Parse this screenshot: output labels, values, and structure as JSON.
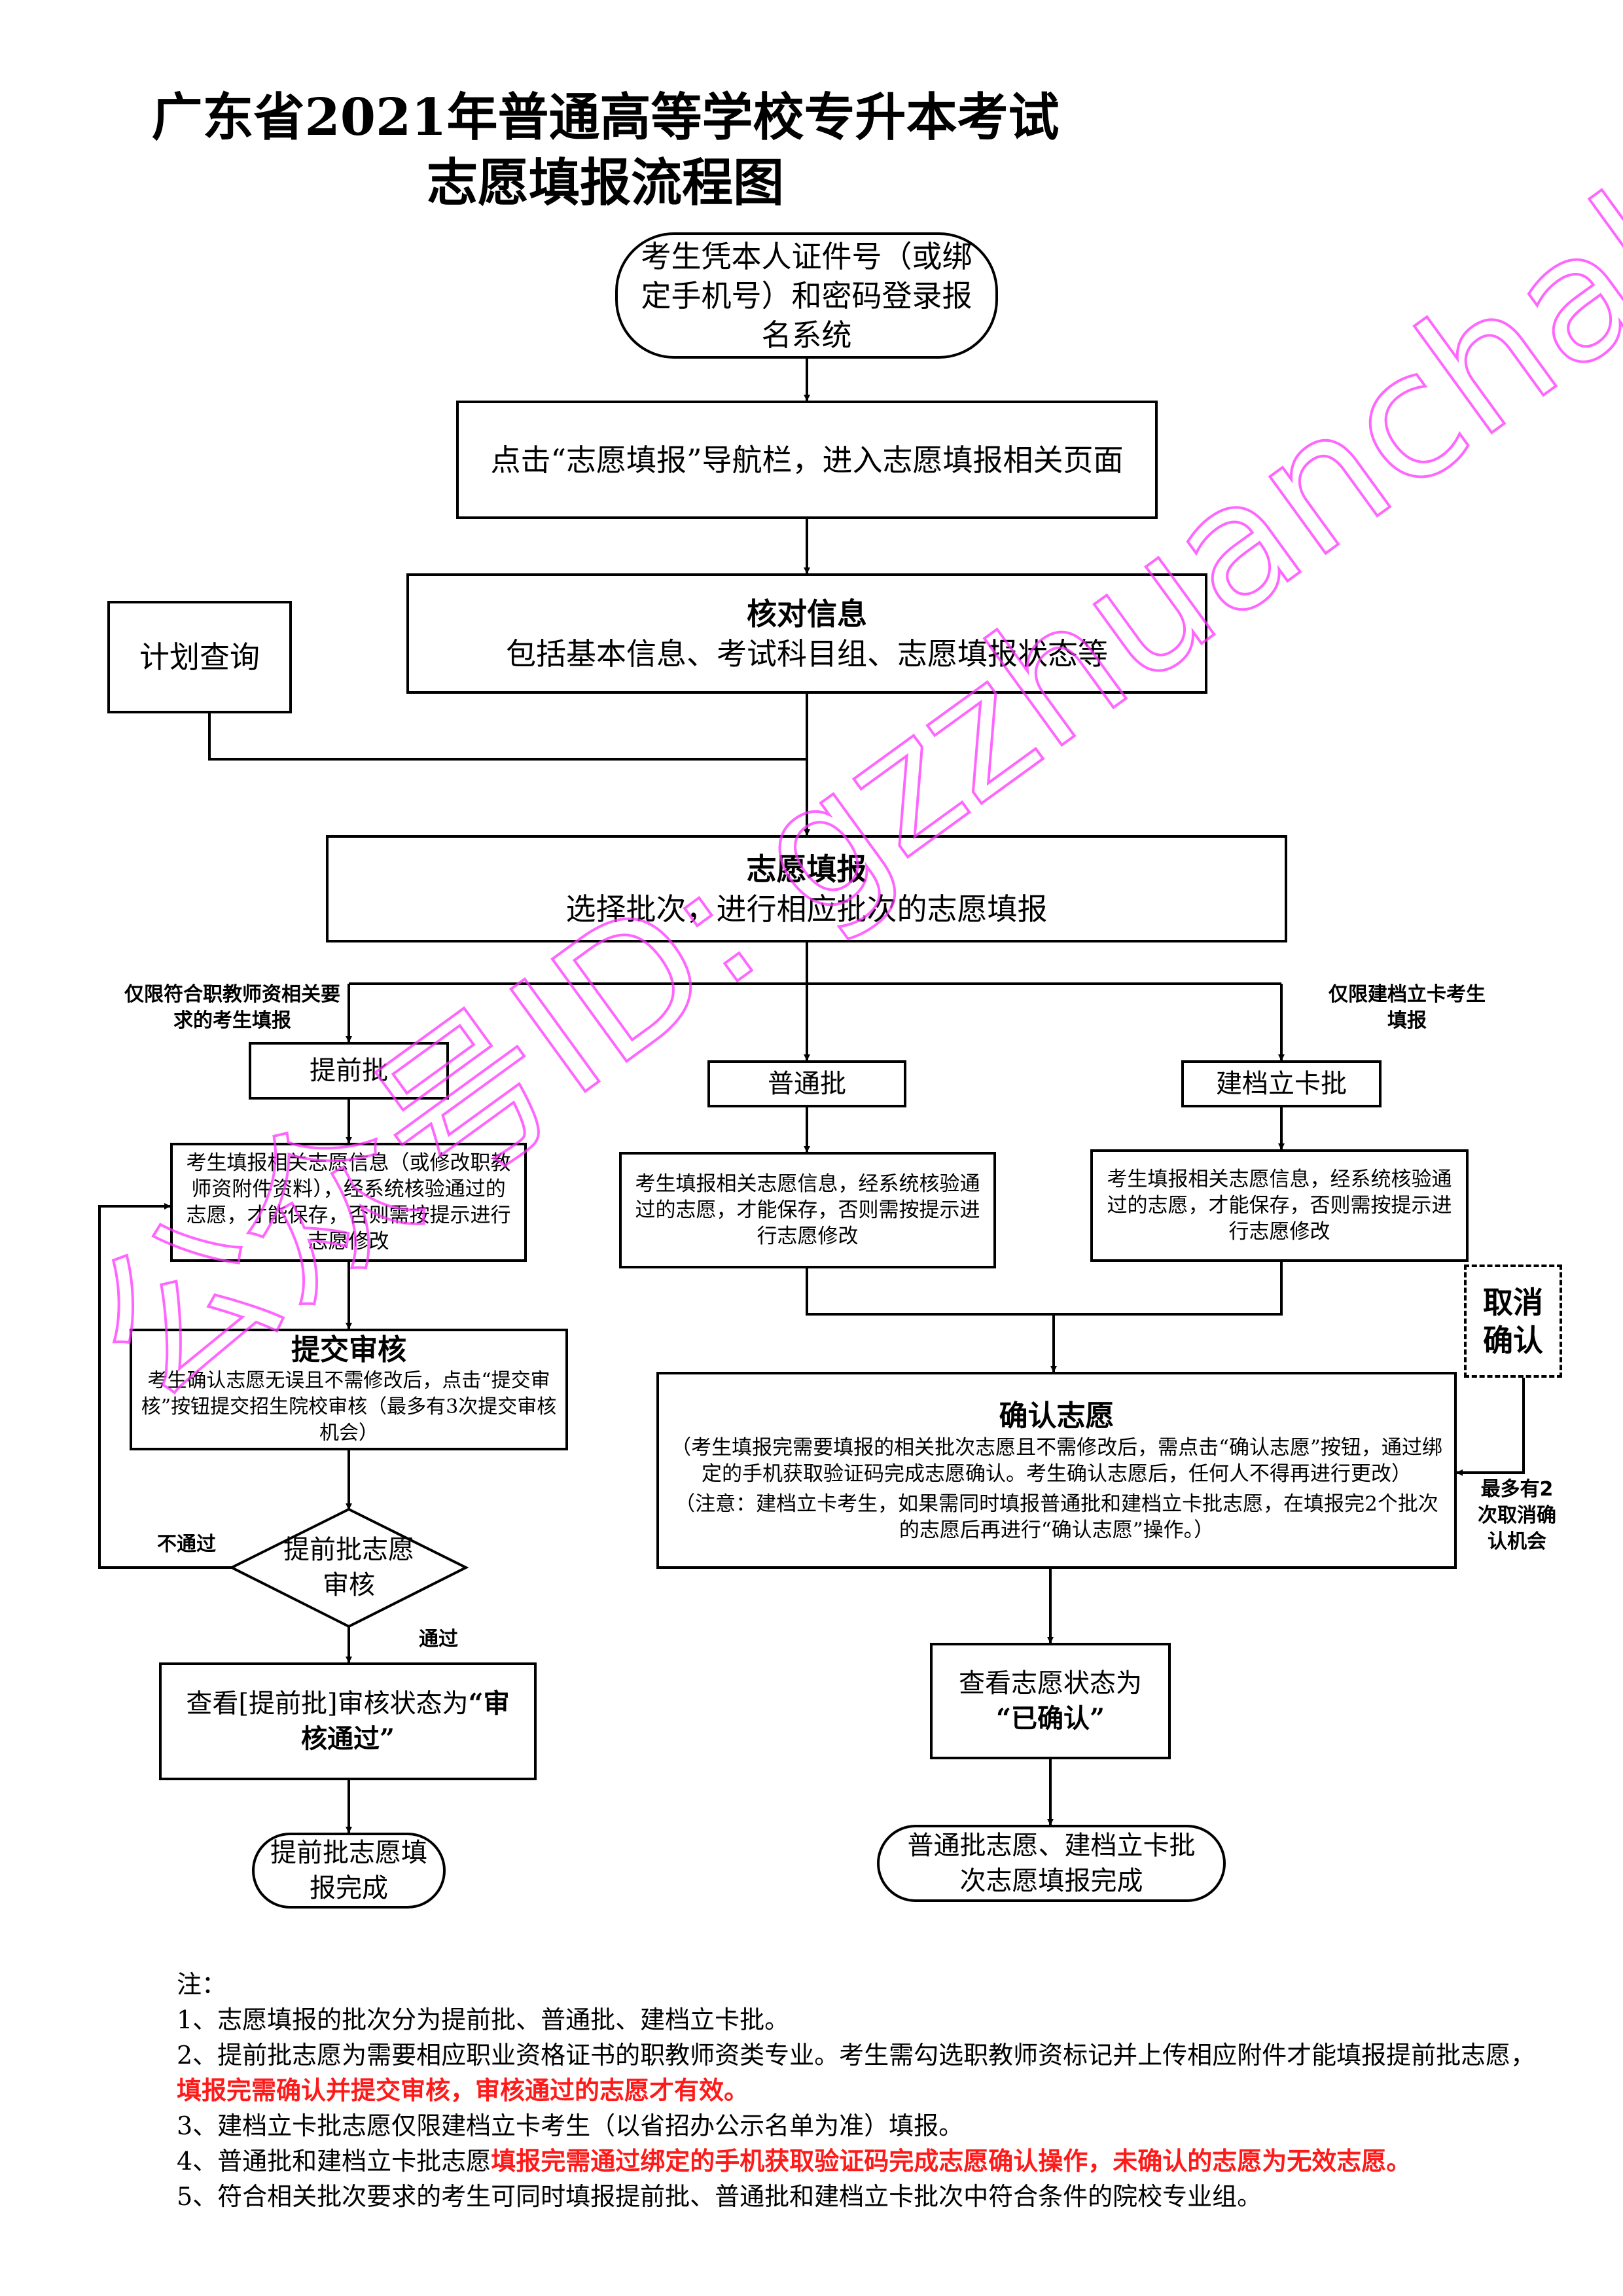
{
  "title": {
    "line1": "广东省2021年普通高等学校专升本考试",
    "line2": "志愿填报流程图"
  },
  "nodes": {
    "login": "考生凭本人证件号（或绑定手机号）和密码登录报名系统",
    "click_nav": "点击“志愿填报”导航栏，进入志愿填报相关页面",
    "verify": {
      "title": "核对信息",
      "desc": "包括基本信息、考试科目组、志愿填报状态等"
    },
    "plan_query": "计划查询",
    "fill": {
      "title": "志愿填报",
      "desc": "选择批次，进行相应批次的志愿填报"
    },
    "batch_early": "提前批",
    "batch_normal": "普通批",
    "batch_card": "建档立卡批",
    "early_fill": "考生填报相关志愿信息（或修改职教师资附件资料），经系统核验通过的志愿，才能保存，否则需按提示进行志愿修改",
    "normal_fill": "考生填报相关志愿信息，经系统核验通过的志愿，才能保存，否则需按提示进行志愿修改",
    "card_fill": "考生填报相关志愿信息，经系统核验通过的志愿，才能保存，否则需按提示进行志愿修改",
    "submit": {
      "title": "提交审核",
      "desc": "考生确认志愿无误且不需修改后，点击“提交审核”按钮提交招生院校审核（最多有3次提交审核机会）"
    },
    "early_review": "提前批志愿审核",
    "view_early_status": {
      "text": "查看[提前批]审核状态为",
      "bold": "“审核通过”"
    },
    "early_done": "提前批志愿填报完成",
    "confirm": {
      "title": "确认志愿",
      "desc1": "（考生填报完需要填报的相关批次志愿且不需修改后，需点击“确认志愿”按钮，通过绑定的手机获取验证码完成志愿确认。考生确认志愿后，任何人不得再进行更改）",
      "desc2": "（注意：建档立卡考生，如果需同时填报普通批和建档立卡批志愿，在填报完2个批次的志愿后再进行“确认志愿”操作。）"
    },
    "cancel_confirm": "取消确认",
    "view_status": {
      "text": "查看志愿状态为",
      "bold": "“已确认”"
    },
    "final_done": "普通批志愿、建档立卡批次志愿填报完成"
  },
  "labels": {
    "early_only": "仅限符合职教师资相关要求的考生填报",
    "card_only": "仅限建档立卡考生填报",
    "fail": "不通过",
    "pass": "通过",
    "cancel_limit": "最多有2次取消确认机会"
  },
  "notes": {
    "heading": "注：",
    "n1": "1、志愿填报的批次分为提前批、普通批、建档立卡批。",
    "n2_a": "2、提前批志愿为需要相应职业资格证书的职教师资类专业。考生需勾选职教师资标记并上传相应附件才能填报提前批志愿，",
    "n2_red": "填报完需确认并提交审核，审核通过的志愿才有效。",
    "n3": "3、建档立卡批志愿仅限建档立卡考生（以省招办公示名单为准）填报。",
    "n4_a": "4、普通批和建档立卡批志愿",
    "n4_red": "填报完需通过绑定的手机获取验证码完成志愿确认操作，未确认的志愿为无效志愿。",
    "n5": "5、符合相关批次要求的考生可同时填报提前批、普通批和建档立卡批次中符合条件的院校专业组。"
  },
  "watermark": {
    "text": "公众号ID: gzzhuanchaben",
    "color": "#ff33ff"
  }
}
